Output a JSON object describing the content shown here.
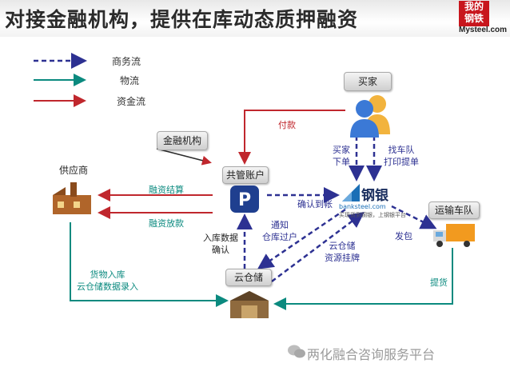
{
  "title": "对接金融机构，提供在库动态质押融资",
  "logo": {
    "line1": "我的",
    "line2": "钢铁",
    "site": "Mysteel.com"
  },
  "legend": [
    {
      "label": "商务流",
      "color": "#2d3192"
    },
    {
      "label": "物流",
      "color": "#0b8a7f"
    },
    {
      "label": "资金流",
      "color": "#c0272d"
    }
  ],
  "nodes": {
    "buyer": "买家",
    "financial": "金融机构",
    "escrow": "共管账户",
    "supplier": "供应商",
    "bank_steel": "钢银",
    "bank_steel_sub": "banksteel.com",
    "bank_steel_slogan": "买现货到钢银，上钢银平台",
    "fleet": "运输车队",
    "warehouse": "云仓储"
  },
  "edges": {
    "pay": "付款",
    "financing_settle": "融资结算",
    "financing_loan": "融资放款",
    "buyer_order_1": "买家",
    "buyer_order_2": "下单",
    "find_fleet_1": "找车队",
    "find_fleet_2": "打印提单",
    "confirm_arrival": "确认到帐",
    "notify_1": "通知",
    "notify_2": "仓库过户",
    "storage_data_1": "入库数据",
    "storage_data_2": "确认",
    "cloud_list_1": "云仓储",
    "cloud_list_2": "资源挂牌",
    "dispatch": "发包",
    "pickup": "提货",
    "goods_in_1": "货物入库",
    "goods_in_2": "云仓储数据录入"
  },
  "watermark": "两化融合咨询服务平台",
  "colors": {
    "business": "#2d3192",
    "logistics": "#0b8a7f",
    "funds": "#c0272d"
  }
}
